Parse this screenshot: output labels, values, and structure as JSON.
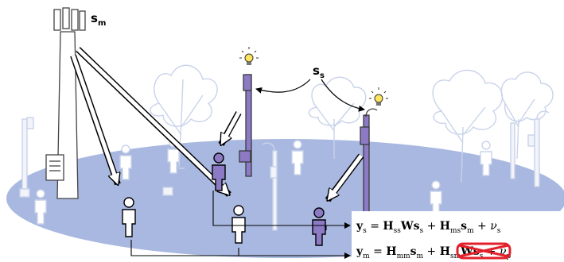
{
  "labels": {
    "s_m_base": "s",
    "s_m_sub": "m",
    "s_s_base": "s",
    "s_s_sub": "s"
  },
  "equations": {
    "ys": {
      "lhs": "y",
      "lhs_sub": "s",
      "eq": " = ",
      "h1": "H",
      "h1_sub": "ss",
      "w1": "W",
      "s1": "s",
      "s1_sub": "s",
      "plus1": " + ",
      "h2": "H",
      "h2_sub": "ms",
      "s2": "s",
      "s2_sub": "m",
      "plus2": " + ",
      "nu": "ν",
      "nu_sub": "s"
    },
    "ym": {
      "lhs": "y",
      "lhs_sub": "m",
      "eq": " = ",
      "h1": "H",
      "h1_sub": "mm",
      "s1": "s",
      "s1_sub": "m",
      "plus1": " + ",
      "h2": "H",
      "h2_sub": "sm",
      "w2": "W",
      "s2": "s",
      "s2_sub": "s",
      "plus2": " + ",
      "nu": "ν",
      "nu_sub": "p"
    }
  },
  "colors": {
    "ground": "#a9b8e0",
    "tree": "#c9d3ea",
    "smart_pole": "#8c7ac4",
    "highlight_user": "#8c7ac4",
    "cancel_mark": "#e3202a"
  }
}
